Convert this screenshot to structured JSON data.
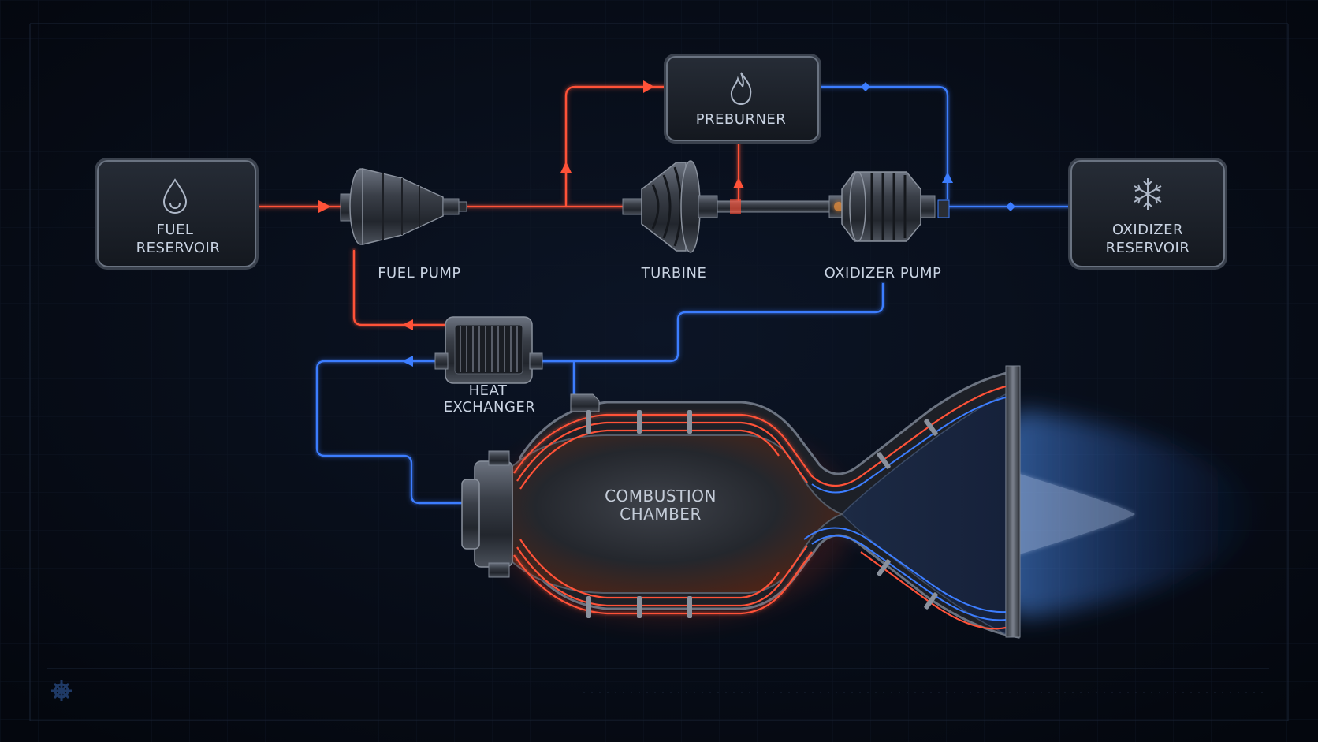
{
  "diagram": {
    "fuel_reservoir": {
      "line1": "FUEL",
      "line2": "RESERVOIR"
    },
    "oxidizer_reservoir": {
      "line1": "OXIDIZER",
      "line2": "RESERVOIR"
    },
    "preburner": {
      "label": "PREBURNER"
    },
    "fuel_pump": {
      "label": "FUEL PUMP"
    },
    "turbine": {
      "label": "TURBINE"
    },
    "oxidizer_pump": {
      "label": "OXIDIZER PUMP"
    },
    "heat_exchanger": {
      "line1": "HEAT",
      "line2": "EXCHANGER"
    },
    "combustion_chamber": {
      "line1": "COMBUSTION",
      "line2": "CHAMBER"
    }
  },
  "colors": {
    "fuel_line": "#ff5238",
    "oxidizer_line": "#3c7dff",
    "background": "#060a14",
    "box_fill": "#1b2029",
    "box_border": "#5d6674",
    "exhaust": "#5aa0ff"
  },
  "icons": {
    "fuel": "droplet-icon",
    "preburner": "flame-icon",
    "oxidizer": "snowflake-icon",
    "corner": "gear-icon"
  }
}
